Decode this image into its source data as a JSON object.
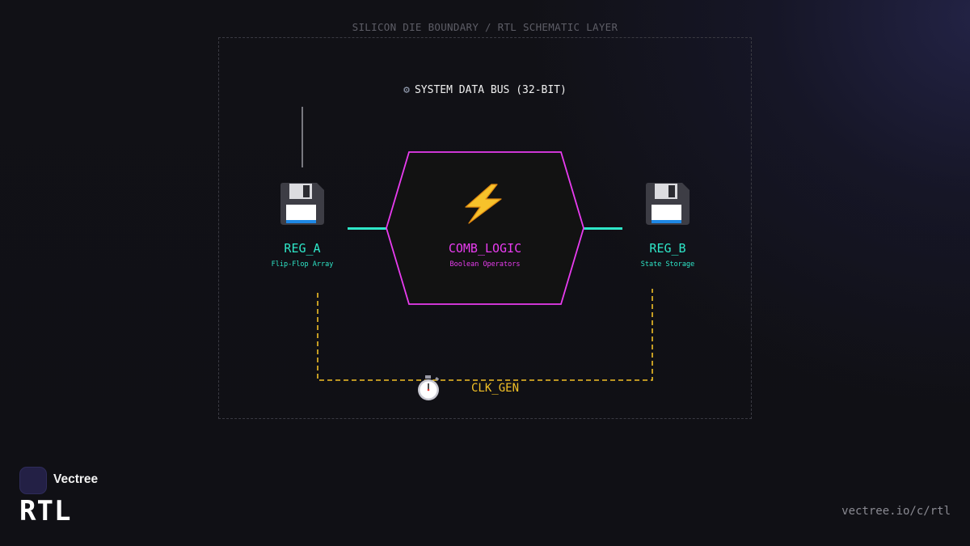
{
  "die_label": "SILICON DIE BOUNDARY / RTL SCHEMATIC LAYER",
  "bus": {
    "icon": "gear-icon",
    "label": "SYSTEM DATA BUS (32-BIT)"
  },
  "nodes": {
    "reg_a": {
      "icon": "floppy-disk-icon",
      "title": "REG_A",
      "subtitle": "Flip-Flop Array"
    },
    "comb_logic": {
      "icon": "lightning-bolt-icon",
      "title": "COMB_LOGIC",
      "subtitle": "Boolean Operators"
    },
    "reg_b": {
      "icon": "floppy-disk-icon",
      "title": "REG_B",
      "subtitle": "State Storage"
    },
    "clk_gen": {
      "icon": "stopwatch-icon",
      "title": "CLK_GEN"
    }
  },
  "brand": {
    "name": "Vectree",
    "product": "RTL",
    "url": "vectree.io/c/rtl"
  },
  "colors": {
    "background": "#111116",
    "teal": "#2ee6c8",
    "magenta": "#e93cf0",
    "amber": "#f2c027",
    "boundary": "#3a3a42"
  }
}
